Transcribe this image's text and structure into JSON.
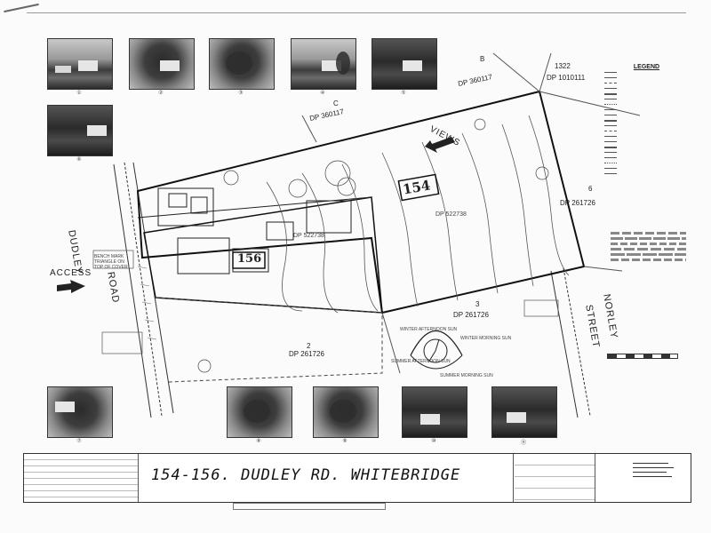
{
  "photos_top": [
    {
      "num": "①"
    },
    {
      "num": "②"
    },
    {
      "num": "③"
    },
    {
      "num": "④"
    },
    {
      "num": "⑤"
    }
  ],
  "photo_left": {
    "num": "⑥"
  },
  "photos_bottom": [
    {
      "num": "⑦"
    },
    {
      "num": "⑧"
    },
    {
      "num": "⑨"
    },
    {
      "num": "⑩"
    },
    {
      "num": "⑪"
    }
  ],
  "plan": {
    "lot_b": "B",
    "lot_b_dp": "DP 360117",
    "lot_1322": "1322",
    "lot_1322_dp": "DP 1010111",
    "lot_c": "C",
    "lot_c_dp": "DP 360117",
    "lot_6": "6",
    "lot_6_dp": "DP 261726",
    "lot_3": "3",
    "lot_3_dp": "DP 261726",
    "lot_2": "2",
    "lot_2_dp": "DP 261726",
    "dp_522738_a": "DP 522738",
    "dp_522738_b": "DP 522738",
    "house_154": "154",
    "house_156": "156",
    "views": "VIEWS",
    "access": "ACCESS",
    "dudley": "DUDLEY",
    "road": "ROAD",
    "norley": "NORLEY",
    "street": "STREET",
    "winter_afternoon": "WINTER AFTERNOON SUN",
    "winter_morning": "WINTER MORNING SUN",
    "summer_afternoon": "SUMMER AFTERNOON SUN",
    "summer_morning": "SUMMER MORNING SUN",
    "bench_mark": "BENCH MARK TRIANGLE ON TOP OF COVER"
  },
  "legend": {
    "title": "LEGEND",
    "rows": [
      "",
      "",
      "",
      "",
      "",
      "",
      "",
      "",
      "",
      "",
      "",
      "",
      "",
      "",
      "",
      "",
      "",
      "",
      "",
      ""
    ]
  },
  "title_block": {
    "handwritten": "154-156. DUDLEY RD. WHITEBRIDGE"
  },
  "colors": {
    "paper": "#fbfbfb",
    "ink": "#222222",
    "photo_dark": "#2e2e2e"
  }
}
